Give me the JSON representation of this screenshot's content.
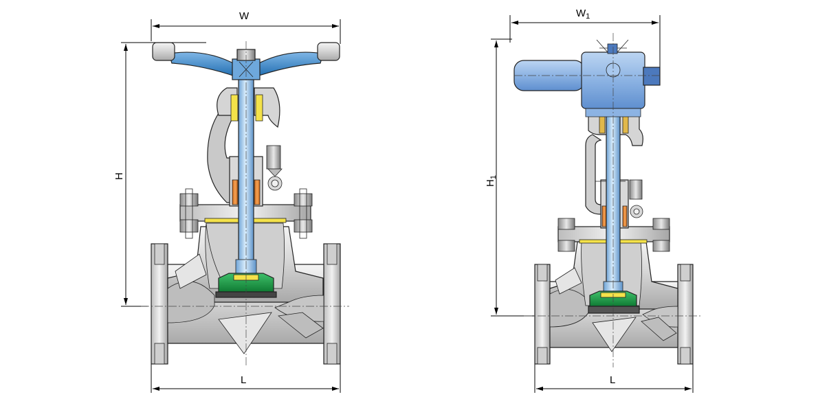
{
  "manual_valve": {
    "width_label": "W",
    "height_label": "H",
    "length_label": "L"
  },
  "actuated_valve": {
    "width_label_main": "W",
    "width_label_sub": "1",
    "height_label_main": "H",
    "height_label_sub": "1",
    "length_label": "L"
  },
  "colors": {
    "body_metal": "#d9d9d9",
    "stem_blue": "#9ec6ea",
    "handwheel_blue": "#3f8fd0",
    "actuator_blue": "#8fb6e6",
    "disc_green": "#1e9a45",
    "packing_orange": "#e9892a",
    "gland_yellow": "#f4e24a"
  }
}
